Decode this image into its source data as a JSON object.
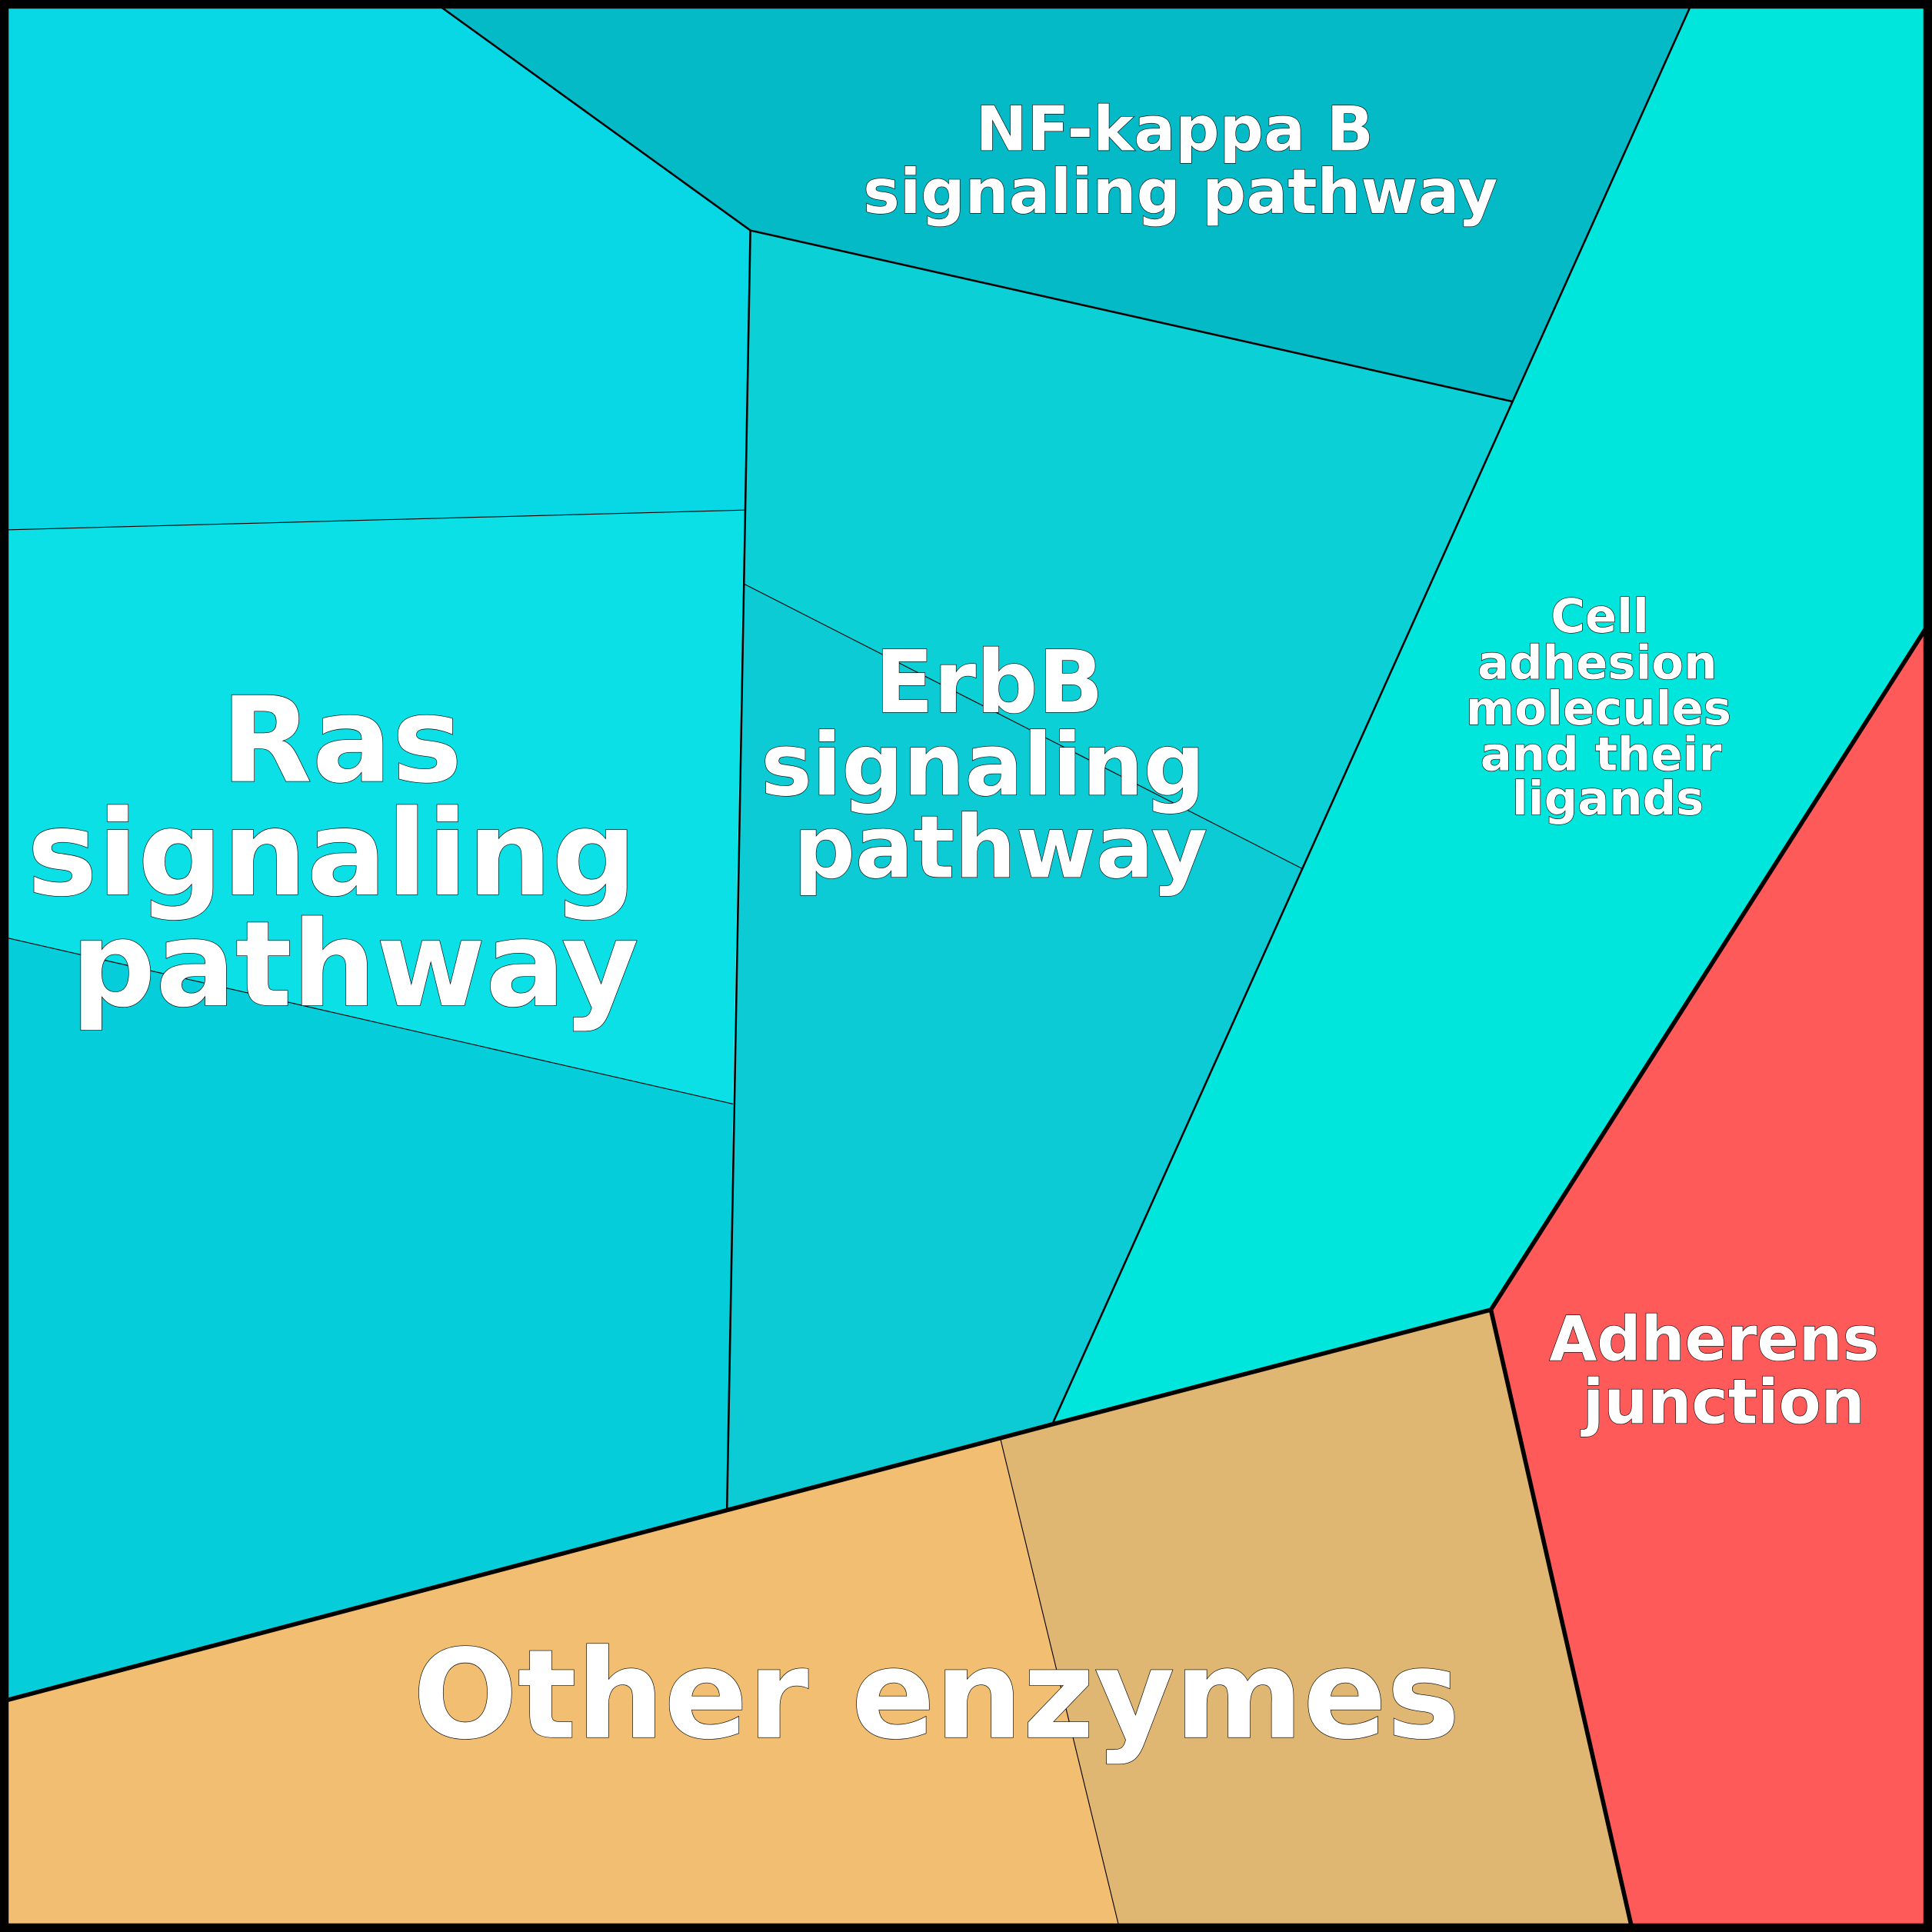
{
  "title": "Voronoi treemap of pathways",
  "colors": {
    "ras_top": "#08d8e6",
    "ras_mid": "#0be0e6",
    "ras_low": "#05cdd9",
    "nfkb": "#03bac6",
    "erbb_top": "#0bd0d6",
    "erbb_low": "#0ccbd4",
    "cell_adhesion": "#00e6dc",
    "adherens": "#ff5a5a",
    "other_left": "#f2bf72",
    "other_right": "#e0b673"
  },
  "labels": {
    "nfkb": [
      "NF-kappa B",
      "signaling pathway"
    ],
    "ras": [
      "Ras",
      "signaling",
      "pathway"
    ],
    "erbb": [
      "ErbB",
      "signaling",
      "pathway"
    ],
    "cell_adhesion": [
      "Cell",
      "adhesion",
      "molecules",
      "and their",
      "ligands"
    ],
    "adherens": [
      "Adherens",
      "junction"
    ],
    "other": [
      "Other enzymes"
    ]
  }
}
